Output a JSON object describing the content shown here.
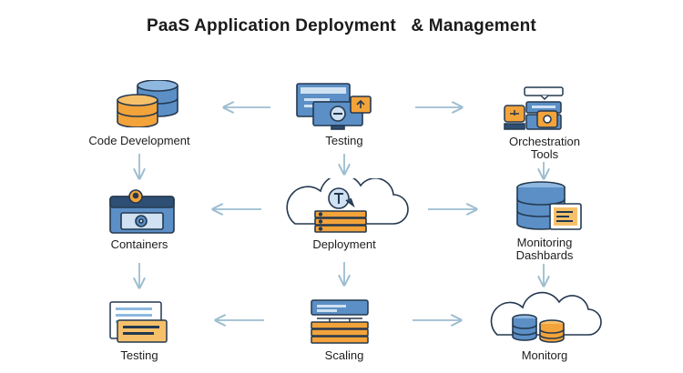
{
  "title": "PaaS Application Deployment   & Management",
  "nodes": {
    "code_development": {
      "label": "Code Development",
      "icon": "database-icon"
    },
    "testing_top": {
      "label": "Testing",
      "icon": "monitor-icon"
    },
    "orchestration": {
      "label": "Orchestration",
      "label_line2": "Tools",
      "icon": "orchestration-icon"
    },
    "containers": {
      "label": "Containers",
      "icon": "container-icon"
    },
    "deployment": {
      "label": "Deployment",
      "icon": "cloud-deploy-icon"
    },
    "monitoring_dashboards": {
      "label": "Monitoring",
      "label_line2": "Dashbards",
      "icon": "server-dashboard-icon"
    },
    "testing_bottom": {
      "label": "Testing",
      "icon": "documents-icon"
    },
    "scaling": {
      "label": "Scaling",
      "icon": "scaling-icon"
    },
    "monitorg": {
      "label": "Monitorg",
      "icon": "cloud-database-icon"
    }
  },
  "colors": {
    "arrow": "#9dbdd0",
    "blue": "#5b8fc6",
    "dark_blue": "#2e4f73",
    "orange": "#f2a33a",
    "light_blue": "#cfe1f2",
    "outline": "#24384f"
  }
}
